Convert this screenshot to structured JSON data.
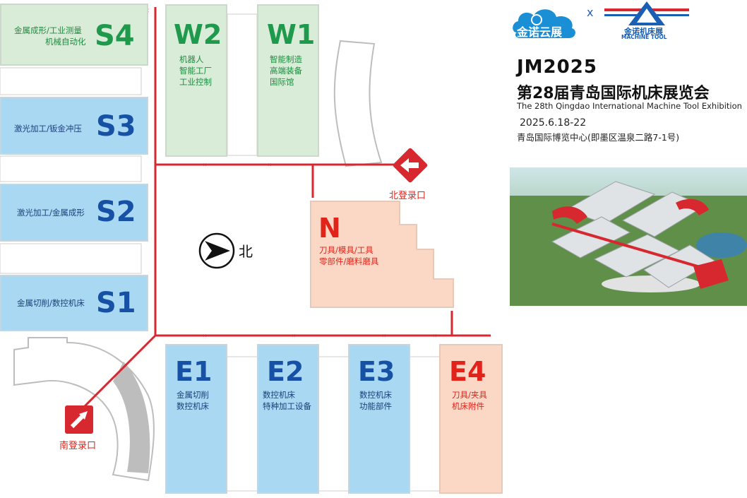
{
  "brand": {
    "logo_left_text": "金诺云展",
    "times": "x",
    "logo_right_text_cn": "金诺机床展",
    "logo_right_text_en": "MACHINE TOOL"
  },
  "event": {
    "title_short": "JM2025",
    "title_cn": "第28届青岛国际机床展览会",
    "title_en": "The 28th Qingdao International Machine Tool Exhibition",
    "date": "2025.6.18-22",
    "venue": "青岛国际博览中心(即墨区温泉二路7-1号)"
  },
  "compass": {
    "label": "北"
  },
  "entrances": {
    "north": "北登录口",
    "south": "南登录口"
  },
  "halls": {
    "S4": {
      "code": "S4",
      "lines": [
        "金属成形/工业测量",
        "机械自动化"
      ]
    },
    "S3": {
      "code": "S3",
      "lines": [
        "激光加工/钣金冲压"
      ]
    },
    "S2": {
      "code": "S2",
      "lines": [
        "激光加工/金属成形"
      ]
    },
    "S1": {
      "code": "S1",
      "lines": [
        "金属切削/数控机床"
      ]
    },
    "W2": {
      "code": "W2",
      "lines": [
        "机器人",
        "智能工厂",
        "工业控制"
      ]
    },
    "W1": {
      "code": "W1",
      "lines": [
        "智能制造",
        "高端装备",
        "国际馆"
      ]
    },
    "N": {
      "code": "N",
      "lines": [
        "刀具/模具/工具",
        "零部件/磨料磨具"
      ]
    },
    "E1": {
      "code": "E1",
      "lines": [
        "金属切削",
        "数控机床"
      ]
    },
    "E2": {
      "code": "E2",
      "lines": [
        "数控机床",
        "特种加工设备"
      ]
    },
    "E3": {
      "code": "E3",
      "lines": [
        "数控机床",
        "功能部件"
      ]
    },
    "E4": {
      "code": "E4",
      "lines": [
        "刀具/夹具",
        "机床附件"
      ]
    }
  },
  "colors": {
    "route_red": "#d7282f",
    "green_hall": "#d9ecd7",
    "blue_hall": "#a9d8f3",
    "peach_hall": "#fbd8c6"
  },
  "photo": {
    "description_icon": "aerial-venue-photo"
  }
}
